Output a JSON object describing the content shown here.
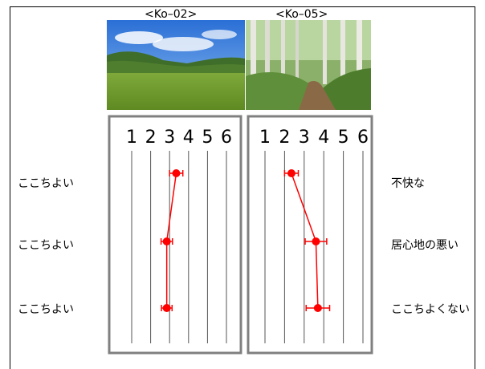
{
  "photos": [
    {
      "caption": "<Ko–02>",
      "description": "meadow"
    },
    {
      "caption": "<Ko–05>",
      "description": "forest-path"
    }
  ],
  "labels_left": [
    "ここちよい",
    "ここちよい",
    "ここちよい"
  ],
  "labels_right": [
    "不快な",
    "居心地の悪い",
    "ここちよくない"
  ],
  "chart_data": [
    {
      "type": "line",
      "name": "Ko-02",
      "scale_labels": [
        "1",
        "2",
        "3",
        "4",
        "5",
        "6"
      ],
      "xlim": [
        1,
        6
      ],
      "categories": [
        "ここちよい / 不快な",
        "ここちよい / 居心地の悪い",
        "ここちよい / ここちよくない"
      ],
      "values": [
        3.35,
        2.85,
        2.85
      ],
      "error": [
        0.35,
        0.3,
        0.28
      ],
      "color": "#ff0000"
    },
    {
      "type": "line",
      "name": "Ko-05",
      "scale_labels": [
        "1",
        "2",
        "3",
        "4",
        "5",
        "6"
      ],
      "xlim": [
        1,
        6
      ],
      "categories": [
        "ここちよい / 不快な",
        "ここちよい / 居心地の悪い",
        "ここちよい / ここちよくない"
      ],
      "values": [
        2.35,
        3.6,
        3.7
      ],
      "error": [
        0.35,
        0.55,
        0.6
      ],
      "color": "#ff0000"
    }
  ]
}
